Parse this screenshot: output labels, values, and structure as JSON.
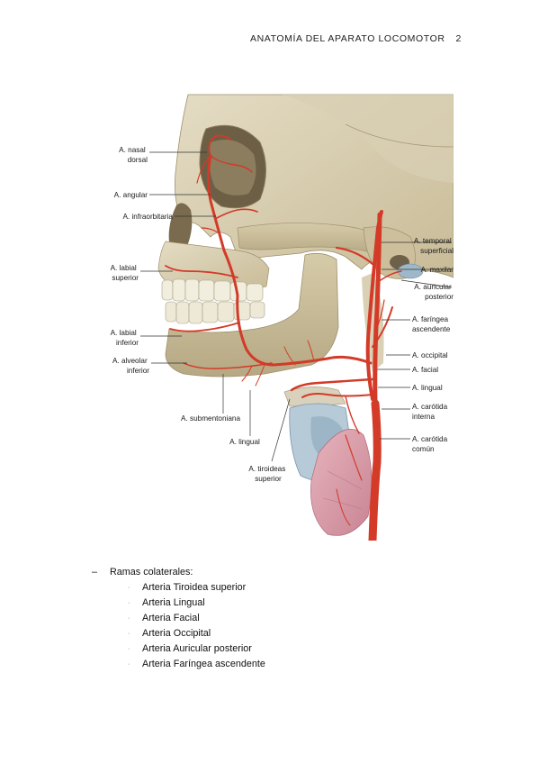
{
  "header": {
    "title": "ANATOMÍA DEL APARATO LOCOMOTOR",
    "page": "2"
  },
  "figure": {
    "labels_left": [
      {
        "id": "nasal-dorsal",
        "lines": [
          "A. nasal",
          "dorsal"
        ]
      },
      {
        "id": "angular",
        "lines": [
          "A. angular"
        ]
      },
      {
        "id": "infraorbitaria",
        "lines": [
          "A. infraorbitaria"
        ]
      },
      {
        "id": "labial-superior",
        "lines": [
          "A. labial",
          "superior"
        ]
      },
      {
        "id": "labial-inferior",
        "lines": [
          "A. labial",
          "inferior"
        ]
      },
      {
        "id": "alveolar-inferior",
        "lines": [
          "A. alveolar",
          "inferior"
        ]
      }
    ],
    "labels_bottom": [
      {
        "id": "submentoniana",
        "lines": [
          "A. submentoniana"
        ]
      },
      {
        "id": "lingual-bottom",
        "lines": [
          "A. lingual"
        ]
      },
      {
        "id": "tiroideas-superior",
        "lines": [
          "A. tiroideas",
          "superior"
        ]
      }
    ],
    "labels_right": [
      {
        "id": "temporal-superficial",
        "lines": [
          "A. temporal",
          "superficial"
        ]
      },
      {
        "id": "maxilar",
        "lines": [
          "A. maxilar"
        ]
      },
      {
        "id": "auricular-posterior",
        "lines": [
          "A. auricular",
          "posterior"
        ]
      },
      {
        "id": "faringea-ascendente",
        "lines": [
          "A. faríngea",
          "ascendente"
        ]
      },
      {
        "id": "occipital",
        "lines": [
          "A. occipital"
        ]
      },
      {
        "id": "facial",
        "lines": [
          "A. facial"
        ]
      },
      {
        "id": "lingual-right",
        "lines": [
          "A. lingual"
        ]
      },
      {
        "id": "carotida-interna",
        "lines": [
          "A. carótida",
          "interna"
        ]
      },
      {
        "id": "carotida-comun",
        "lines": [
          "A. carótida",
          "común"
        ]
      }
    ]
  },
  "list": {
    "heading_marker": "–",
    "heading": "Ramas colaterales:",
    "bullet": "·",
    "items": [
      "Arteria Tiroidea superior",
      "Arteria Lingual",
      "Arteria Facial",
      "Arteria Occipital",
      "Arteria Auricular posterior",
      "Arteria Faríngea ascendente"
    ]
  }
}
